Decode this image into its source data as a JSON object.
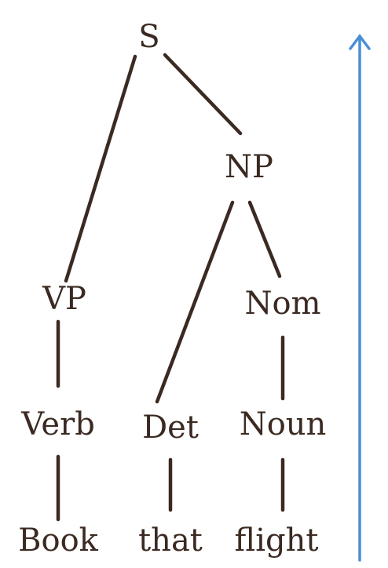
{
  "tree": {
    "nodes": [
      {
        "id": "S",
        "label": "S"
      },
      {
        "id": "NP",
        "label": "NP"
      },
      {
        "id": "VP",
        "label": "VP"
      },
      {
        "id": "Nom",
        "label": "Nom"
      },
      {
        "id": "Verb",
        "label": "Verb"
      },
      {
        "id": "Det",
        "label": "Det"
      },
      {
        "id": "Noun",
        "label": "Noun"
      },
      {
        "id": "Book",
        "label": "Book"
      },
      {
        "id": "that",
        "label": "that"
      },
      {
        "id": "flight",
        "label": "flight"
      }
    ],
    "edges": [
      {
        "from": "S",
        "to": "VP"
      },
      {
        "from": "S",
        "to": "NP"
      },
      {
        "from": "NP",
        "to": "Det"
      },
      {
        "from": "NP",
        "to": "Nom"
      },
      {
        "from": "VP",
        "to": "Verb"
      },
      {
        "from": "Nom",
        "to": "Noun"
      },
      {
        "from": "Verb",
        "to": "Book"
      },
      {
        "from": "Det",
        "to": "that"
      },
      {
        "from": "Noun",
        "to": "flight"
      }
    ]
  },
  "arrow": {
    "direction": "up",
    "color": "#4a8fd4"
  }
}
